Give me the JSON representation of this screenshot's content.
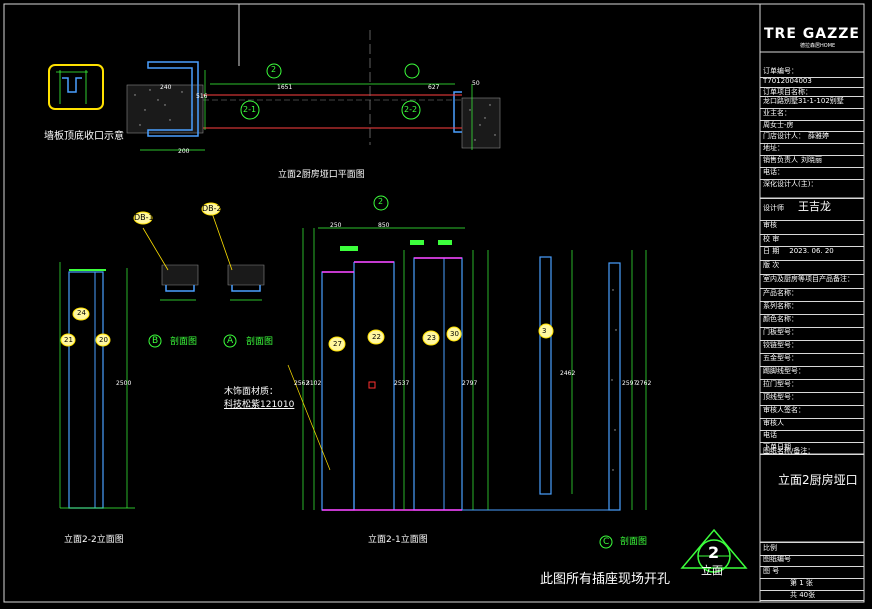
{
  "drawing": {
    "plan_title": "立面2厨房垭口平面图",
    "elev_left_title": "立面2-2立面图",
    "elev_right_title": "立面2-1立面图",
    "detail_caption": "墙板顶底收口示意",
    "material_note_line1": "木饰面材质：",
    "material_note_line2": "科技松紫121010",
    "bottom_note": "此图所有插座现场开孔",
    "section_marks": [
      "3",
      "27",
      "22",
      "23",
      "24",
      "30",
      "21",
      "20"
    ],
    "detail_tags": [
      "DB-1",
      "DB-2"
    ],
    "legend_b": "B",
    "legend_a": "A",
    "legend_c": "C",
    "legend_text": "剖面图",
    "axis_mark_plan": "2",
    "axis_mark_elev": "2",
    "section_tags": [
      "2-1",
      "2-2"
    ],
    "dims_plan": [
      "1651",
      "627",
      "516",
      "50",
      "200",
      "240"
    ],
    "dims_elev": [
      "2500",
      "2562",
      "2537",
      "2797",
      "2462",
      "2597",
      "2762",
      "3102",
      "250",
      "850"
    ],
    "stamp_number": "2",
    "stamp_text": "立面"
  },
  "titleblock": {
    "logo": "TRE GAZZE",
    "logo_sub": "德拉森居HOME",
    "order_no_label": "订单编号：",
    "order_no": "T7012004003",
    "project_label": "订单项目名称：",
    "project": "龙口路别墅31-1-102别墅",
    "client_label": "业主名：",
    "client": "周女士-房",
    "designer_label": "门店设计人：",
    "designer": "薛雅婷",
    "address_label": "地址：",
    "sales_label": "销售负责人",
    "sales": "刘晓丽",
    "phone_label": "电话：",
    "deep_label": "深化设计人(主)：",
    "design_label": "设计师",
    "design_name": "王吉龙",
    "review_label": "审核",
    "check_label": "校 审",
    "date_label": "日 期",
    "date": "2023. 06. 20",
    "version_label": "版 次",
    "notes_header": "室内及厨房等项目产品备注：",
    "rows": [
      "产品名称：",
      "系列名称：",
      "颜色名称：",
      "门板型号：",
      "铰链型号：",
      "五金型号：",
      "踢脚线型号：",
      "拉门型号：",
      "顶线型号：",
      "审核人签名：",
      "审核人",
      "电话"
    ],
    "delivery_label": "下单日期",
    "sheet_name_label": "图纸名称/备注：",
    "sheet_name": "立面2厨房垭口",
    "scale_label": "比例",
    "drawno_label": "图纸编号",
    "paper_label": "图 号",
    "sheet_label": "第 1 张",
    "sheet_total": "共 40张"
  }
}
